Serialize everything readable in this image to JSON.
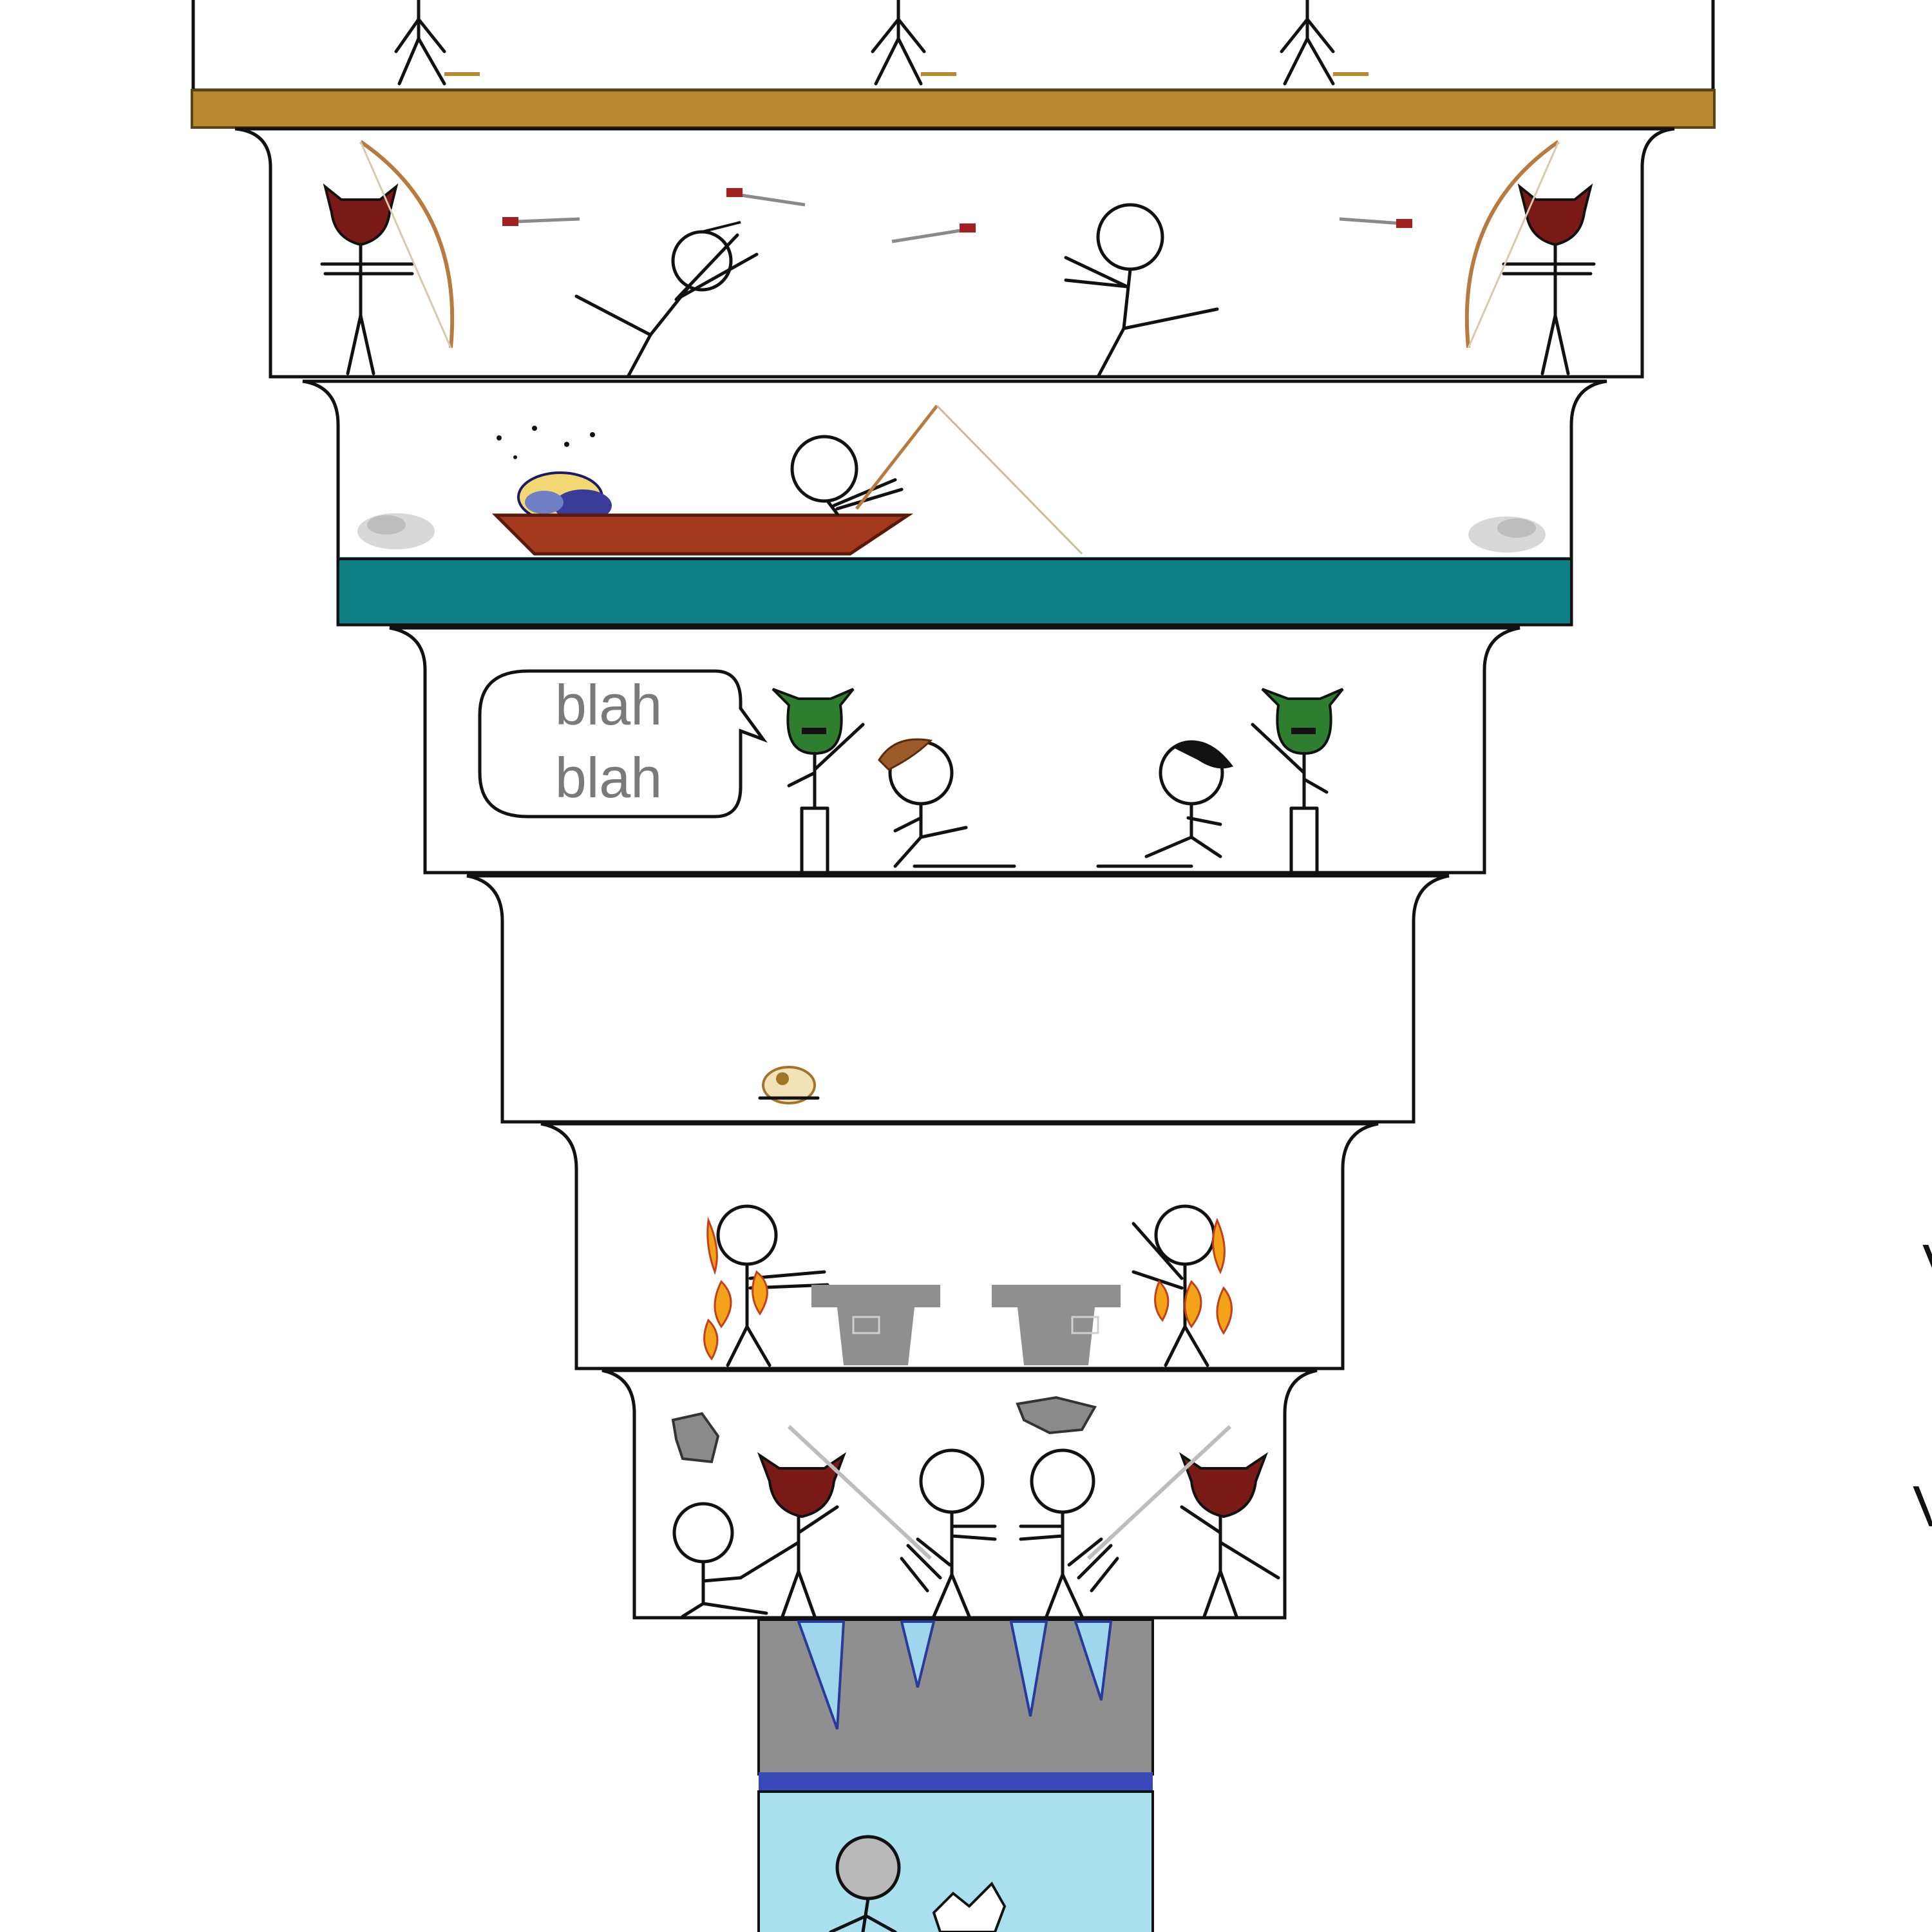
{
  "diagram": {
    "speech_bubble": {
      "line1": "blah",
      "line2": "blah"
    },
    "edge_text": {
      "mark_a": "V",
      "mark_b": "V"
    },
    "colors": {
      "ground": "#b8892f",
      "water": "#0f7f86",
      "boat": "#a33a1e",
      "devil": "#7a1a16",
      "goblin": "#2f7d2f",
      "fire": "#f3a21a",
      "stone": "#8f8f8f",
      "ice": "#9fd6ee",
      "ice_water": "#a9e0ee",
      "rock": "#8a8a8a",
      "band": "#3a49b8"
    }
  }
}
